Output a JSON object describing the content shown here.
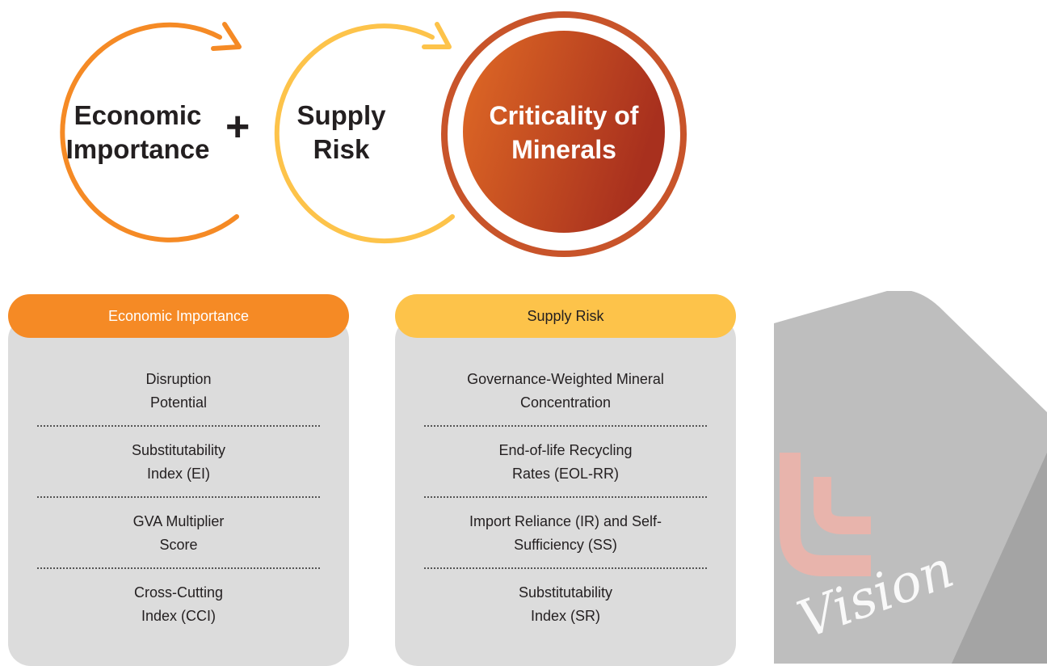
{
  "circles": [
    {
      "id": "economic",
      "line1": "Economic",
      "line2": "Importance",
      "color": "#f58a25"
    },
    {
      "id": "supply",
      "line1": "Supply",
      "line2": "Risk",
      "color": "#fdc34a"
    },
    {
      "id": "criticality",
      "line1": "Criticality of",
      "line2": "Minerals",
      "color": "#c8542a"
    }
  ],
  "operator": "+",
  "panels": {
    "economic": {
      "header": "Economic Importance",
      "color": "#f58a25",
      "items": [
        "Disruption\nPotential",
        "Substitutability\nIndex (EI)",
        "GVA Multiplier\nScore",
        "Cross-Cutting\nIndex (CCI)"
      ]
    },
    "supply": {
      "header": "Supply Risk",
      "color": "#fdc34a",
      "items": [
        "Governance-Weighted Mineral\nConcentration",
        "End-of-life Recycling\nRates (EOL-RR)",
        "Import Reliance (IR) and Self-\nSufficiency (SS)",
        "Substitutability\nIndex (SR)"
      ]
    }
  },
  "watermark": {
    "text": "Vision"
  }
}
